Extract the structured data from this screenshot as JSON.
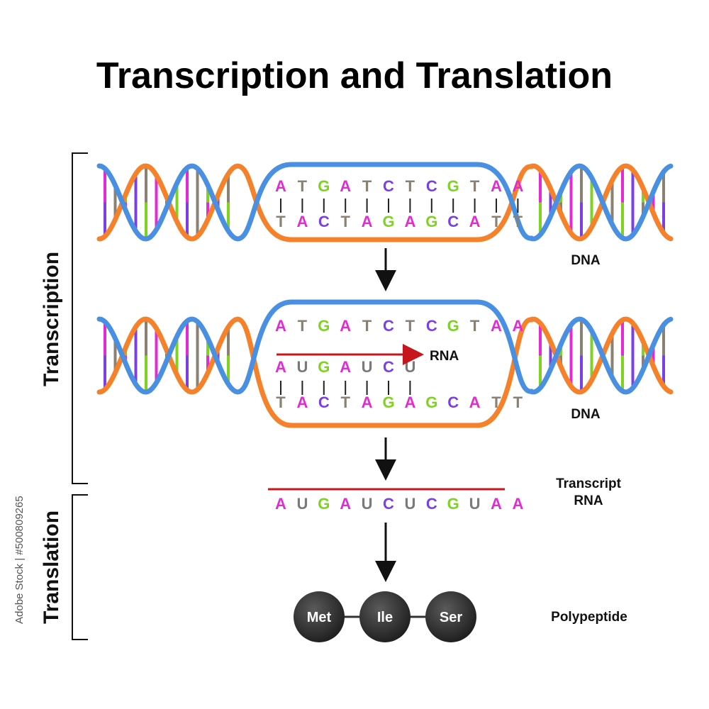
{
  "title": "Transcription and Translation",
  "side_labels": {
    "transcription": "Transcription",
    "translation": "Translation"
  },
  "labels": {
    "dna_top": "DNA",
    "dna_middle": "DNA",
    "rna_arrow": "RNA",
    "transcript_line1": "Transcript",
    "transcript_line2": "RNA",
    "polypeptide": "Polypeptide"
  },
  "sequences": {
    "dna_coding": [
      "A",
      "T",
      "G",
      "A",
      "T",
      "C",
      "T",
      "C",
      "G",
      "T",
      "A",
      "A"
    ],
    "dna_template": [
      "T",
      "A",
      "C",
      "T",
      "A",
      "G",
      "A",
      "G",
      "C",
      "A",
      "T",
      "T"
    ],
    "rna_partial": [
      "A",
      "U",
      "G",
      "A",
      "U",
      "C",
      "U"
    ],
    "rna_transcript": [
      "A",
      "U",
      "G",
      "A",
      "U",
      "C",
      "U",
      "C",
      "G",
      "U",
      "A",
      "A"
    ]
  },
  "amino_acids": [
    "Met",
    "Ile",
    "Ser"
  ],
  "watermark": "Adobe Stock | #500809265",
  "colors": {
    "A": "#e22bd3",
    "T": "#8a8173",
    "G": "#7ed321",
    "C": "#7b3fe4",
    "U": "#7a7a7a",
    "strand_blue": "#4a90e2",
    "strand_orange": "#f5822a",
    "rna_red": "#c4161c",
    "bead": "#2b2b2b"
  }
}
